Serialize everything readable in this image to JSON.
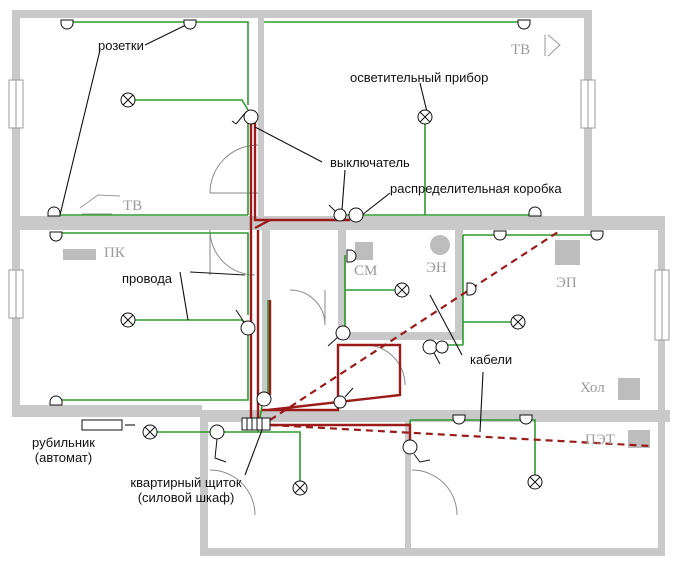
{
  "labels": {
    "outlets": "розетки",
    "light_fixture": "осветительный прибор",
    "switch": "выключатель",
    "junction_box": "распределительная коробка",
    "wires": "провода",
    "cables": "кабели",
    "breaker_line1": "рубильник",
    "breaker_line2": "(автомат)",
    "panel_line1": "квартирный щиток",
    "panel_line2": "(силовой шкаф)"
  },
  "rooms": {
    "tv_top": "ТВ",
    "tv_left": "ТВ",
    "pc": "ПК",
    "washer": "СМ",
    "en": "ЭН",
    "ep": "ЭП",
    "fridge": "Хол",
    "water_heater": "ПЭТ"
  },
  "colors": {
    "wire": "#2e9a2e",
    "cable": "#9b1b1b",
    "wall": "#c9c9c9",
    "appliance": "#bdbdbd"
  }
}
